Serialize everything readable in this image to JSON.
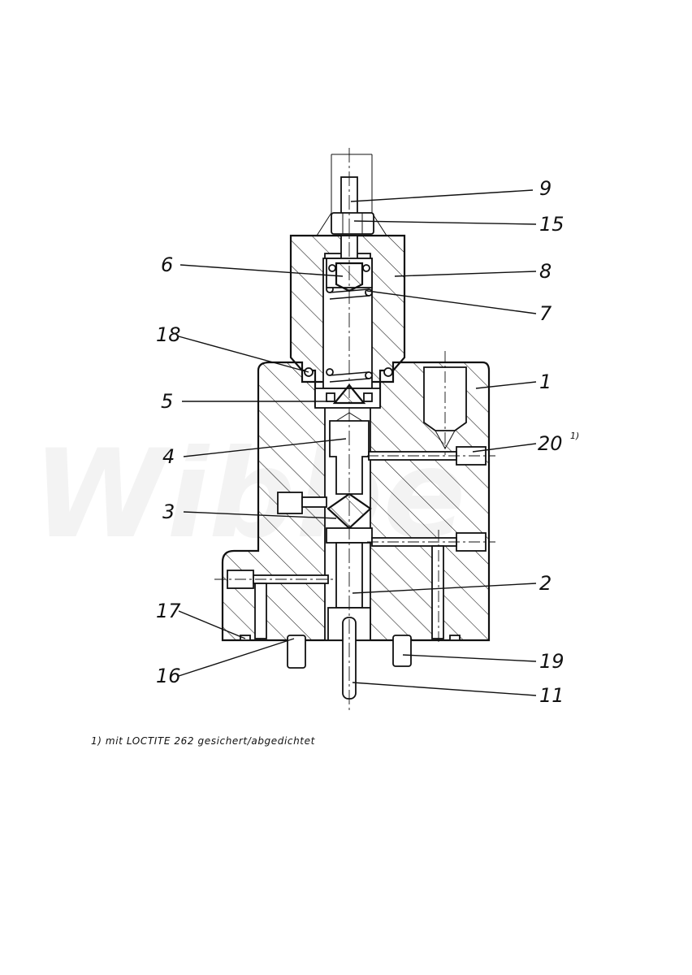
{
  "watermark": "Wibbe",
  "part_labels": {
    "p1": "1",
    "p2": "2",
    "p3": "3",
    "p4": "4",
    "p5": "5",
    "p6": "6",
    "p7": "7",
    "p8": "8",
    "p9": "9",
    "p11": "11",
    "p15": "15",
    "p16": "16",
    "p17": "17",
    "p18": "18",
    "p19": "19",
    "p20": "20"
  },
  "p20_footnote_mark": "1)",
  "footnote": "1) mit LOCTITE 262 gesichert/abgedichtet"
}
